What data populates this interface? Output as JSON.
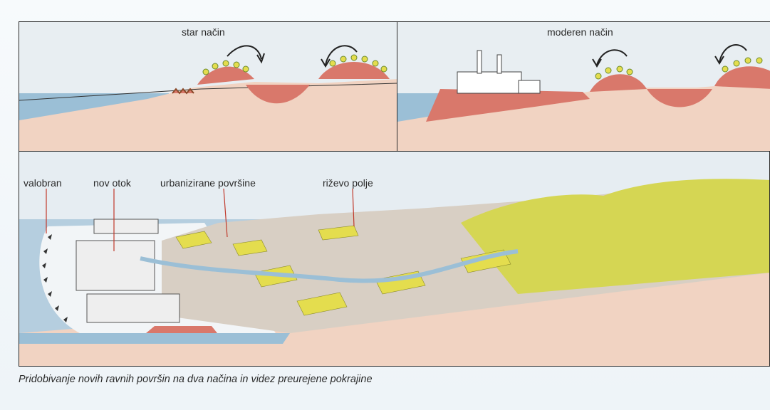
{
  "panels": {
    "old_method": {
      "title": "star način"
    },
    "modern_method": {
      "title": "moderen način"
    },
    "landscape": {
      "labels": {
        "breakwater": "valobran",
        "new_island": "nov otok",
        "urbanized_areas": "urbanizirane površine",
        "rice_field": "riževo polje"
      }
    }
  },
  "caption": "Pridobivanje novih ravnih površin na dva načina in videz preurejene pokrajine",
  "colors": {
    "sea": "#9bbfd6",
    "land": "#f1d3c2",
    "excavated_soil": "#d9786b",
    "vegetation": "#e4dd4e",
    "pointer_lines": "#c0392b",
    "sky": "#e6edf2"
  }
}
